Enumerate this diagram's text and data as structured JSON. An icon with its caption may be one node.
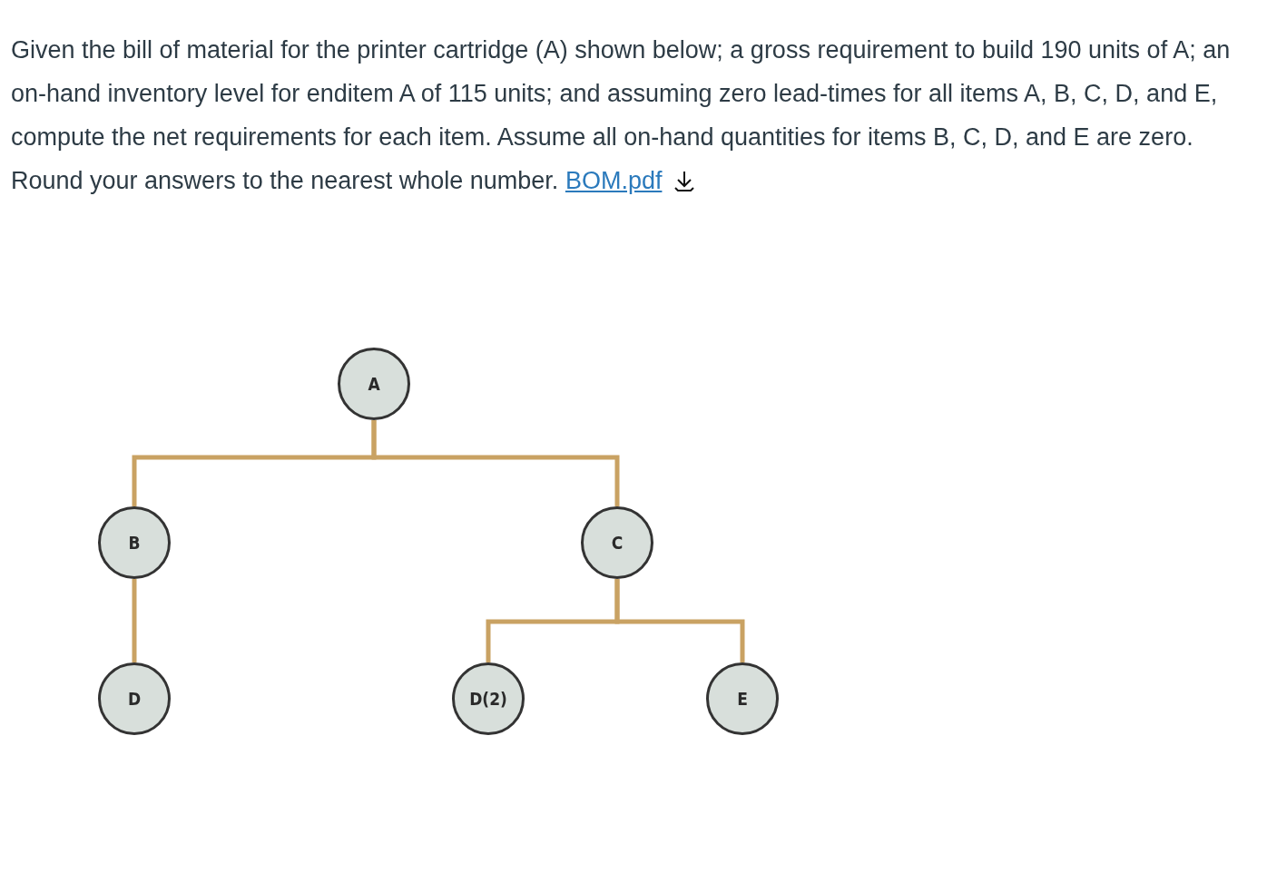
{
  "diagram": {
    "nodes": [
      {
        "text": [
          "A"
        ]
      },
      {
        "text": [
          "B"
        ]
      },
      {
        "text": [
          "C"
        ]
      },
      {
        "text": [
          "D"
        ]
      },
      {
        "text": [
          "D(2)"
        ]
      },
      {
        "text": [
          "E"
        ]
      }
    ],
    "edges": [
      {
        "from": 0,
        "to": 1,
        "arrow": "none"
      },
      {
        "from": 0,
        "to": 2,
        "arrow": "none"
      },
      {
        "from": 1,
        "to": 3,
        "arrow": "none"
      },
      {
        "from": 2,
        "to": 4,
        "arrow": "none"
      },
      {
        "from": 2,
        "to": 5,
        "arrow": "none"
      }
    ],
    "labels": [
      "Given the bill of material for the printer cartridge (A) shown below; a gross requirement to build 190 units of A; an on-hand inventory level for enditem A of 115 units; and assuming zero lead-times for all items A, B, C, D, and E, compute the net requirements for each item. Assume all on-hand quantities for items B, C, D, and E are zero. Round your answers to the nearest whole number.",
      "BOM.pdf"
    ]
  }
}
